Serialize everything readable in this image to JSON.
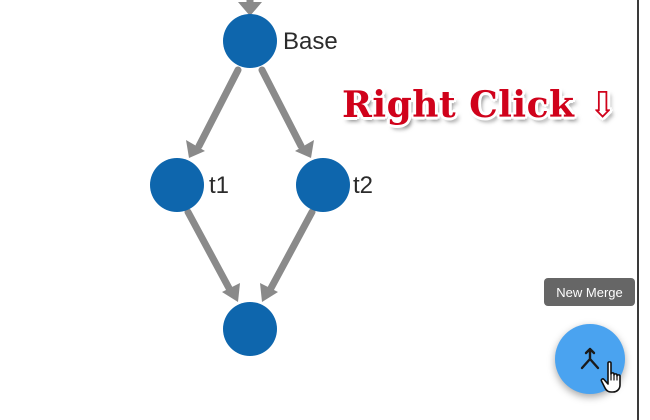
{
  "graph": {
    "node_labels": {
      "base": "Base",
      "t1": "t1",
      "t2": "t2"
    },
    "node_color": "#0e66ad",
    "edge_color": "#8a8a8a"
  },
  "annotation": {
    "text": "Right Click ⇩",
    "color": "#d0021b"
  },
  "merge_fab": {
    "tooltip": "New Merge",
    "icon": "merge-icon",
    "color": "#4aa3f0"
  },
  "cursor": {
    "icon": "hand-pointer-icon"
  }
}
